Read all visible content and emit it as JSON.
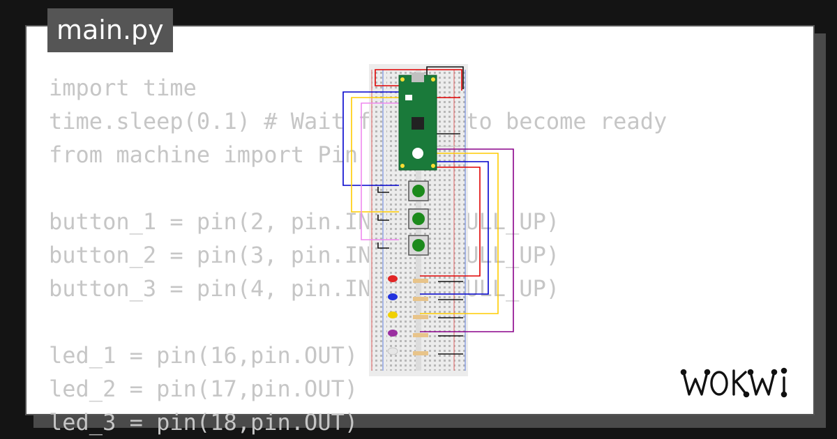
{
  "tab": {
    "filename": "main.py"
  },
  "code_lines": [
    "import time",
    "time.sleep(0.1) # Wait for USB to become ready",
    "from machine import Pin",
    "",
    "button_1 = pin(2, pin.IN, pin.PULL_UP)",
    "button_2 = pin(3, pin.IN, pin.PULL_UP)",
    "button_3 = pin(4, pin.IN, pin.PULL_UP)",
    "",
    "led_1 = pin(16,pin.OUT)",
    "led_2 = pin(17,pin.OUT)",
    "led_3 = pin(18,pin.OUT)"
  ],
  "brand": {
    "logo_text": "WOKWI"
  },
  "circuit": {
    "board": "raspberry-pi-pico",
    "buttons": 3,
    "leds": [
      {
        "color": "#e02424"
      },
      {
        "color": "#2233dd"
      },
      {
        "color": "#f0d000"
      },
      {
        "color": "#9a2fa0"
      },
      {
        "color": "#e6e6e6"
      }
    ],
    "wire_colors": [
      "#e00000",
      "#0000cc",
      "#ffcc00",
      "#8a008a",
      "#ee88ee",
      "#111111"
    ]
  },
  "colors": {
    "background": "#141414",
    "card": "#ffffff",
    "tab": "#555555",
    "code_text": "#c6c6c6",
    "pico_green": "#1a7a3a",
    "button_green": "#1c8a1c"
  }
}
